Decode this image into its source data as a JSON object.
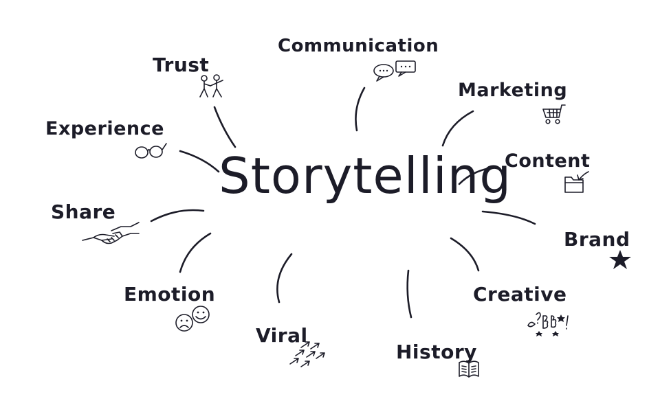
{
  "diagram": {
    "center": "Storytelling",
    "topics": [
      {
        "key": "communication",
        "label": "Communication",
        "icon": "speech-bubbles-icon"
      },
      {
        "key": "trust",
        "label": "Trust",
        "icon": "handshake-figures-icon"
      },
      {
        "key": "marketing",
        "label": "Marketing",
        "icon": "shopping-cart-icon"
      },
      {
        "key": "experience",
        "label": "Experience",
        "icon": "glasses-icon"
      },
      {
        "key": "content",
        "label": "Content",
        "icon": "folder-icon"
      },
      {
        "key": "share",
        "label": "Share",
        "icon": "handshake-icon"
      },
      {
        "key": "brand",
        "label": "Brand",
        "icon": "star-icon"
      },
      {
        "key": "emotion",
        "label": "Emotion",
        "icon": "faces-icon"
      },
      {
        "key": "creative",
        "label": "Creative",
        "icon": "idea-scribble-icon"
      },
      {
        "key": "viral",
        "label": "Viral",
        "icon": "arrows-icon"
      },
      {
        "key": "history",
        "label": "History",
        "icon": "open-book-icon"
      }
    ]
  }
}
